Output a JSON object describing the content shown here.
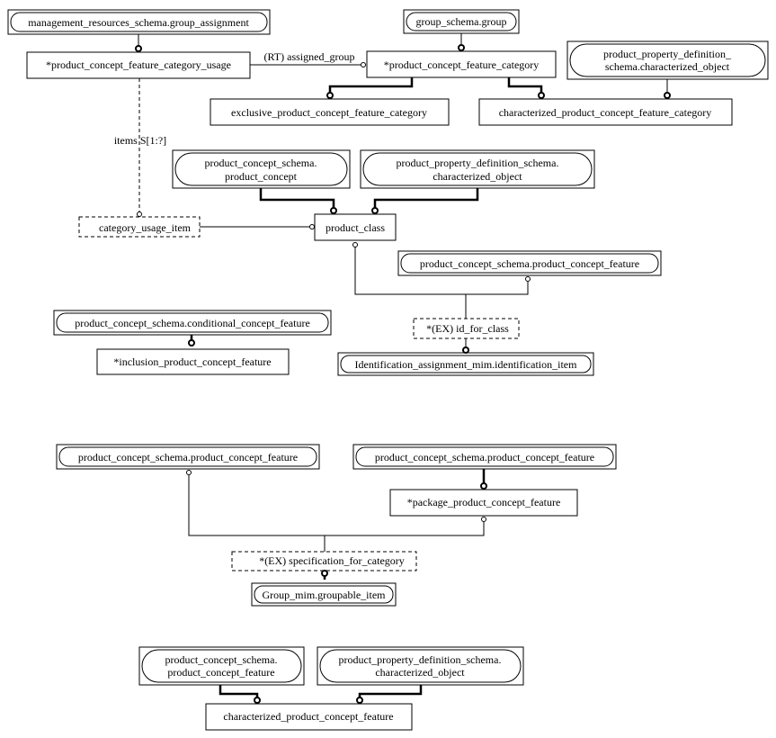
{
  "nodes": {
    "n_mrs_group_assignment": "management_resources_schema.group_assignment",
    "n_group_schema_group": "group_schema.group",
    "n_pcfc_usage": "*product_concept_feature_category_usage",
    "n_pcfc": "*product_concept_feature_category",
    "n_ppd_char_obj_top_1": "product_property_definition_",
    "n_ppd_char_obj_top_2": "schema.characterized_object",
    "n_exclusive_pcfc": "exclusive_product_concept_feature_category",
    "n_characterized_pcfc": "characterized_product_concept_feature_category",
    "n_pcs_product_concept_1": "product_concept_schema.",
    "n_pcs_product_concept_2": "product_concept",
    "n_ppd_char_obj_mid_1": "product_property_definition_schema.",
    "n_ppd_char_obj_mid_2": "characterized_object",
    "n_category_usage_item": "category_usage_item",
    "n_product_class": "product_class",
    "n_pcs_pcf_a": "product_concept_schema.product_concept_feature",
    "n_pcs_conditional_cf": "product_concept_schema.conditional_concept_feature",
    "n_id_for_class": "*(EX) id_for_class",
    "n_inclusion_pcf": "*inclusion_product_concept_feature",
    "n_identification_item": "Identification_assignment_mim.identification_item",
    "n_pcs_pcf_b": "product_concept_schema.product_concept_feature",
    "n_pcs_pcf_c": "product_concept_schema.product_concept_feature",
    "n_package_pcf": "*package_product_concept_feature",
    "n_spec_for_category": "*(EX) specification_for_category",
    "n_groupable_item": "Group_mim.groupable_item",
    "n_pcs_pcf_bot_1": "product_concept_schema.",
    "n_pcs_pcf_bot_2": "product_concept_feature",
    "n_ppd_char_obj_bot_1": "product_property_definition_schema.",
    "n_ppd_char_obj_bot_2": "characterized_object",
    "n_characterized_pcf": "characterized_product_concept_feature"
  },
  "edges": {
    "rt_assigned_group": "(RT) assigned_group",
    "items_set": "items S[1:?]"
  }
}
